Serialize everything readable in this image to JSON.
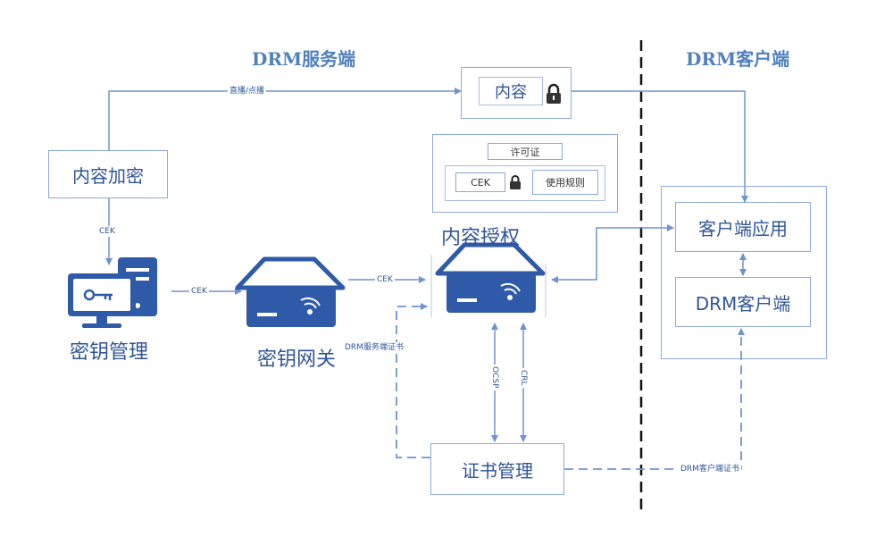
{
  "sections": {
    "server_title": "DRM服务端",
    "client_title": "DRM客户端"
  },
  "boxes": {
    "content_lock": "内容",
    "license_title": "许可证",
    "cek_box": "CEK",
    "usage_rules": "使用规则",
    "content_encrypt": "内容加密",
    "client_app": "客户端应用",
    "drm_client": "DRM客户端",
    "cert_mgmt": "证书管理"
  },
  "devices": {
    "key_mgmt": "密钥管理",
    "key_gateway": "密钥网关",
    "content_auth": "内容授权"
  },
  "edges": {
    "live_vod": "直播/点播",
    "cek_down": "CEK",
    "cek_mid": "CEK",
    "cek_right": "CEK",
    "server_cert": "DRM服务端证书",
    "ocsp": "OCSP",
    "crl": "CRL",
    "client_cert": "DRM客户端证书"
  },
  "colors": {
    "line": "#6f93cf",
    "box_border": "#8eaadb",
    "text": "#2f5597",
    "title": "#4f81bd",
    "icon_fill": "#2e5aa8",
    "separator": "#111111"
  },
  "icons": {
    "lock": "padlock-icon",
    "computer": "computer-key-icon",
    "server": "server-icon"
  }
}
